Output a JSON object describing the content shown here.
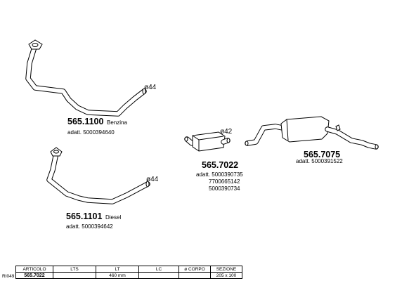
{
  "parts": [
    {
      "code": "565.1100",
      "label": "Benzina",
      "ref": "adatt. 5000394640",
      "diameter": "ø44"
    },
    {
      "code": "565.1101",
      "label": "Diesel",
      "ref": "adatt. 5000394642",
      "diameter": "ø44"
    },
    {
      "code": "565.7022",
      "label": "",
      "refs": [
        "adatt. 5000390735",
        "7700665142",
        "5000390734"
      ],
      "diameter": "ø42"
    },
    {
      "code": "565.7075",
      "label": "",
      "ref": "adatt. 5000391522",
      "diameter": ""
    }
  ],
  "table": {
    "headers": [
      "ARTICOLO",
      "LTS",
      "LT",
      "LC",
      "ø CORPO",
      "SEZIONE"
    ],
    "row": [
      "565.7022",
      "",
      "460 mm",
      "",
      "",
      "205 x 100"
    ]
  },
  "sheet_code": "RI049"
}
